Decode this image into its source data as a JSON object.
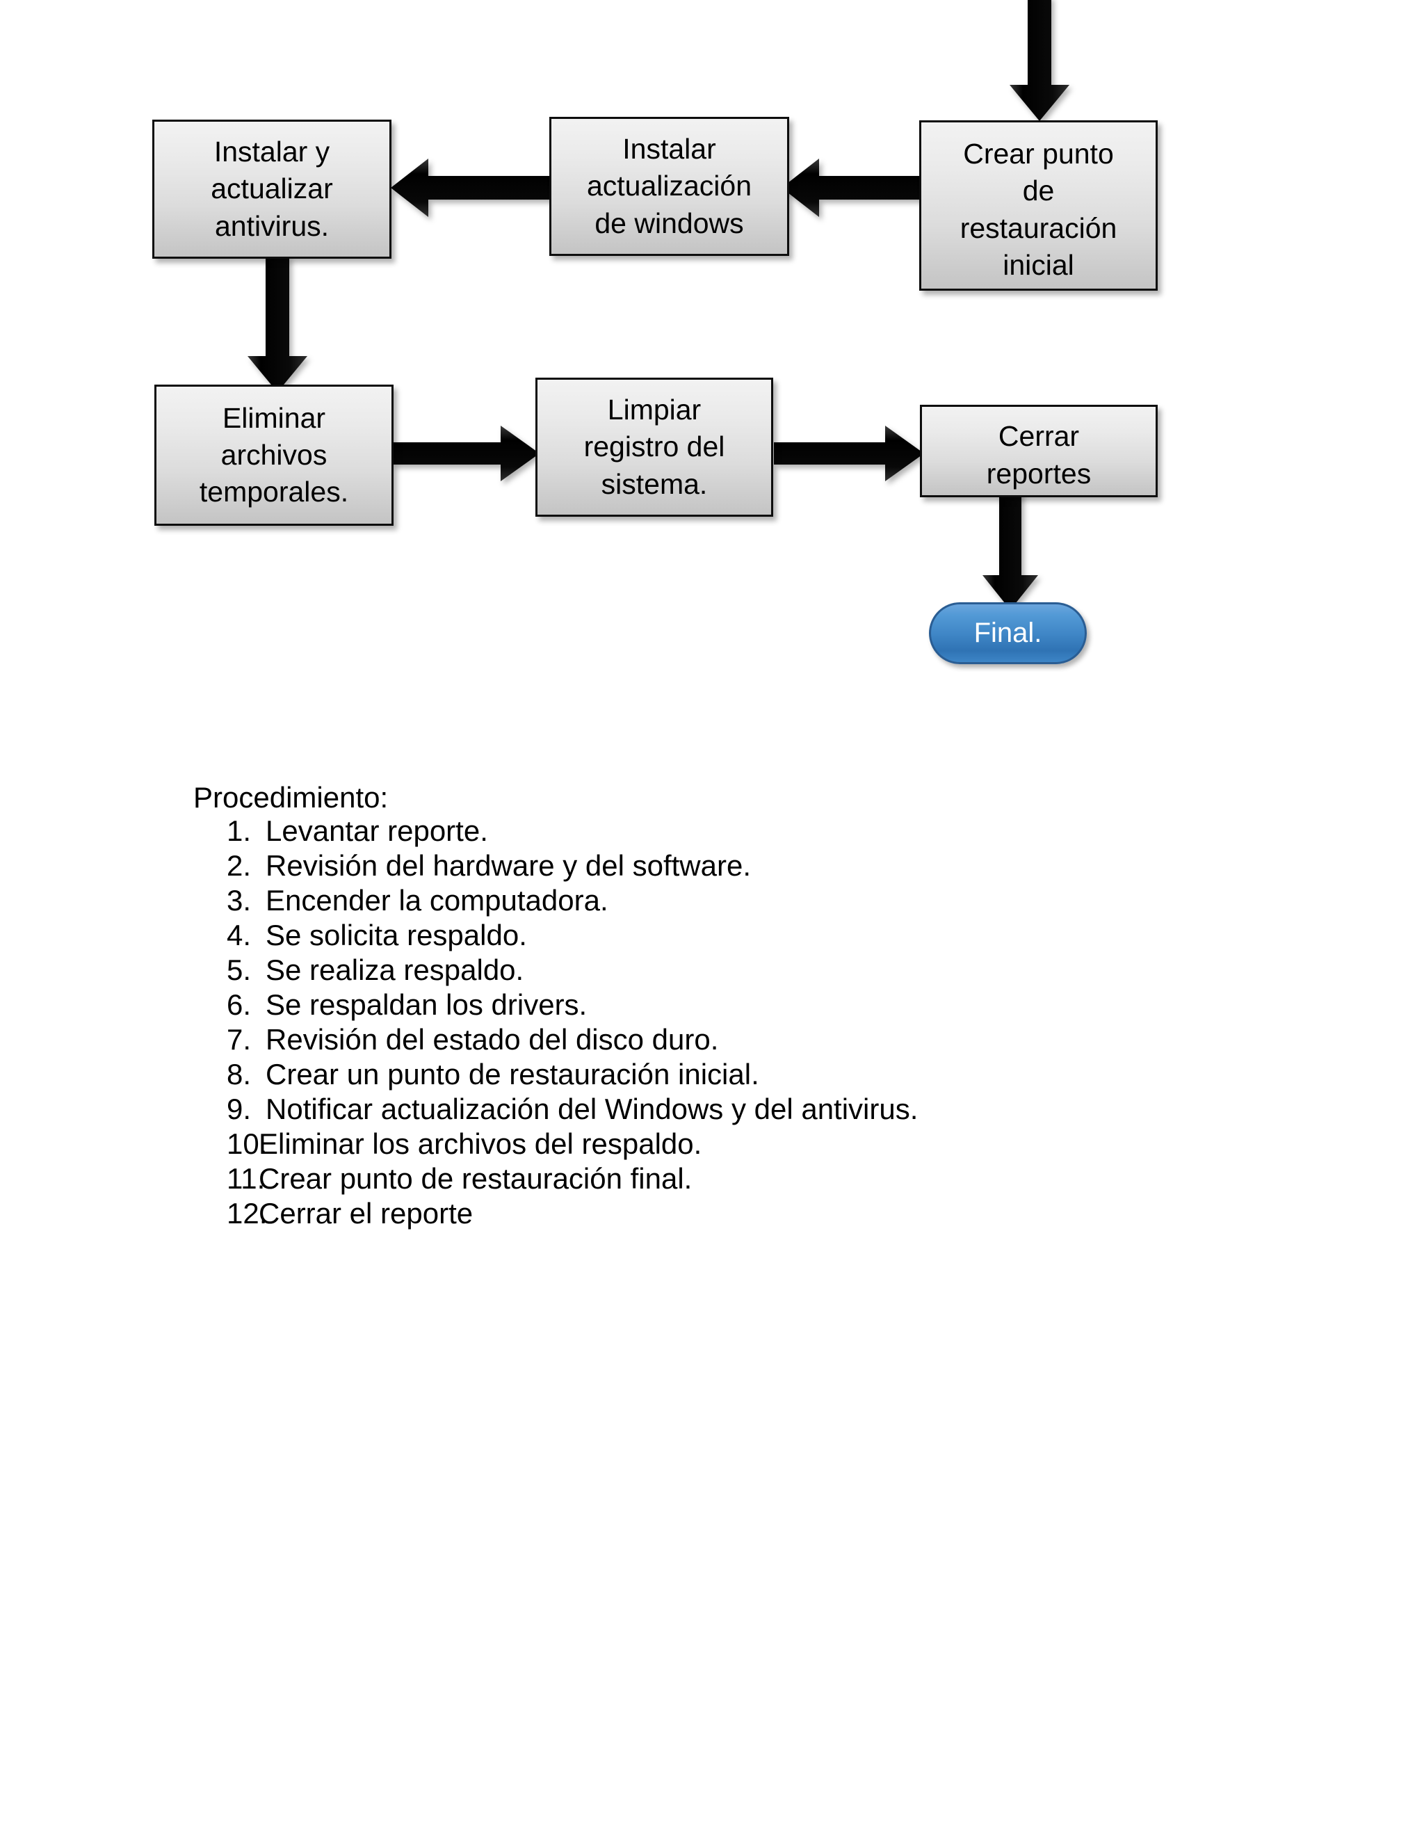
{
  "flowchart": {
    "nodes": [
      {
        "id": "instalar-actualizar-antivirus",
        "lines": [
          "Instalar y",
          "actualizar",
          "antivirus."
        ],
        "shape": "process"
      },
      {
        "id": "instalar-actualizacion-windows",
        "lines": [
          "Instalar",
          "actualización",
          "de windows"
        ],
        "shape": "process"
      },
      {
        "id": "crear-punto-restauracion-inicial",
        "lines": [
          "Crear punto",
          "de",
          "restauración",
          "inicial"
        ],
        "shape": "process"
      },
      {
        "id": "eliminar-archivos-temporales",
        "lines": [
          "Eliminar",
          "archivos",
          "temporales."
        ],
        "shape": "process"
      },
      {
        "id": "limpiar-registro-sistema",
        "lines": [
          "Limpiar",
          "registro del",
          "sistema."
        ],
        "shape": "process"
      },
      {
        "id": "cerrar-reportes",
        "lines": [
          "Cerrar",
          "reportes"
        ],
        "shape": "process"
      }
    ],
    "terminator": {
      "id": "final",
      "label": "Final.",
      "shape": "terminator",
      "fill_color": "#3f86c6",
      "text_color": "#ffffff",
      "border_color": "#2a5d93"
    },
    "colors": {
      "node_fill_light": "#f2f2f2",
      "node_fill_dark": "#c4c4c4",
      "node_border": "#0d0d0d",
      "arrow_fill": "#000000",
      "background": "#ffffff"
    },
    "arrows": [
      {
        "id": "arrow-into-crear-punto",
        "direction": "down"
      },
      {
        "id": "arrow-crear-punto-to-instalar-windows",
        "direction": "left"
      },
      {
        "id": "arrow-instalar-windows-to-antivirus",
        "direction": "left"
      },
      {
        "id": "arrow-antivirus-to-eliminar-temporales",
        "direction": "down"
      },
      {
        "id": "arrow-eliminar-temporales-to-limpiar-registro",
        "direction": "right"
      },
      {
        "id": "arrow-limpiar-registro-to-cerrar-reportes",
        "direction": "right"
      },
      {
        "id": "arrow-cerrar-reportes-to-final",
        "direction": "down"
      }
    ]
  },
  "procedure": {
    "heading": "Procedimiento:",
    "items": [
      {
        "num": "1.",
        "text": "Levantar reporte."
      },
      {
        "num": "2.",
        "text": "Revisión del hardware y del software."
      },
      {
        "num": "3.",
        "text": "Encender la computadora."
      },
      {
        "num": "4.",
        "text": "Se solicita respaldo."
      },
      {
        "num": "5.",
        "text": "Se realiza respaldo."
      },
      {
        "num": "6.",
        "text": "Se respaldan los drivers."
      },
      {
        "num": "7.",
        "text": "Revisión del estado del disco duro."
      },
      {
        "num": "8.",
        "text": "Crear un punto de restauración inicial."
      },
      {
        "num": "9.",
        "text": "Notificar actualización del Windows y del antivirus."
      },
      {
        "num": "10.",
        "text": "Eliminar los archivos del respaldo."
      },
      {
        "num": "11.",
        "text": "Crear punto de restauración final."
      },
      {
        "num": "12.",
        "text": "Cerrar el reporte"
      }
    ]
  }
}
